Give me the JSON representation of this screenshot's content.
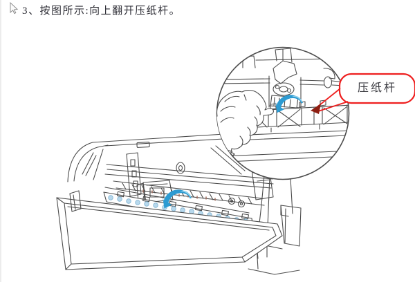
{
  "page": {
    "background": "#ffffff"
  },
  "instruction": {
    "text": "3、按图所示:向上翻开压纸杆。"
  },
  "figure": {
    "callout_label": "压纸杆",
    "colors": {
      "line_art": "#4c4c4c",
      "arrow_blue": "#2d9bd2",
      "arrow_blue_light": "#8fd0ec",
      "callout_red": "#ee1e1e",
      "roller_dot_blue": "#b7d8ec",
      "text": "#2c2c34"
    },
    "icons": [
      "mouse-cursor-icon",
      "rotate-up-arrow-icon",
      "magnifier-circle",
      "callout-arrow"
    ]
  }
}
